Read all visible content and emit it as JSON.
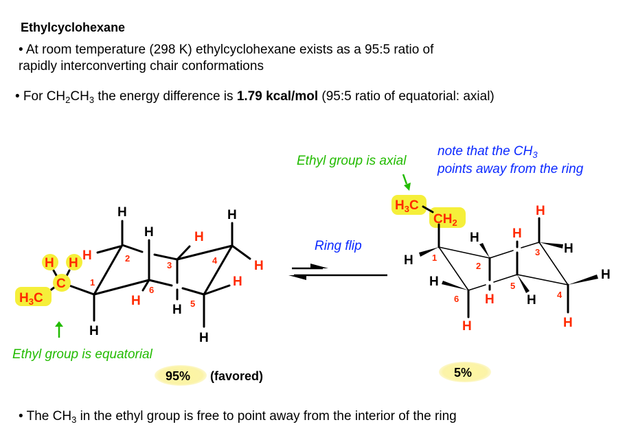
{
  "title": "Ethylcyclohexane",
  "bullets": {
    "b1_line1": "• At room temperature (298 K) ethylcyclohexane exists as a 95:5 ratio of",
    "b1_line2": "rapidly interconverting chair conformations",
    "b2_pre": "• For CH",
    "b2_sub1": "2",
    "b2_mid": "CH",
    "b2_sub2": "3",
    "b2_post": " the energy difference is ",
    "b2_bold": "1.79 kcal/mol",
    "b2_end": " (95:5 ratio of equatorial: axial)",
    "b3_pre": "• The CH",
    "b3_sub": "3",
    "b3_post": " in the ethyl group is free to point away from the interior of the ring"
  },
  "atoms": {
    "H": "H",
    "C": "C",
    "C_main": "C",
    "H3": "3",
    "H2": "2"
  },
  "ring_numbers": [
    "1",
    "2",
    "3",
    "4",
    "5",
    "6"
  ],
  "left": {
    "label": "Ethyl group is equatorial",
    "percent": "95%",
    "favored": "(favored)"
  },
  "right": {
    "label": "Ethyl group is axial",
    "note_line1": "note that the CH",
    "note_sub": "3",
    "note_line2": "points away from the ring",
    "percent": "5%"
  },
  "equilibrium_label": "Ring flip",
  "colors": {
    "red": "#ff2a00",
    "green": "#22bb00",
    "blue": "#0a28ff",
    "highlight": "#f5ef3a"
  }
}
